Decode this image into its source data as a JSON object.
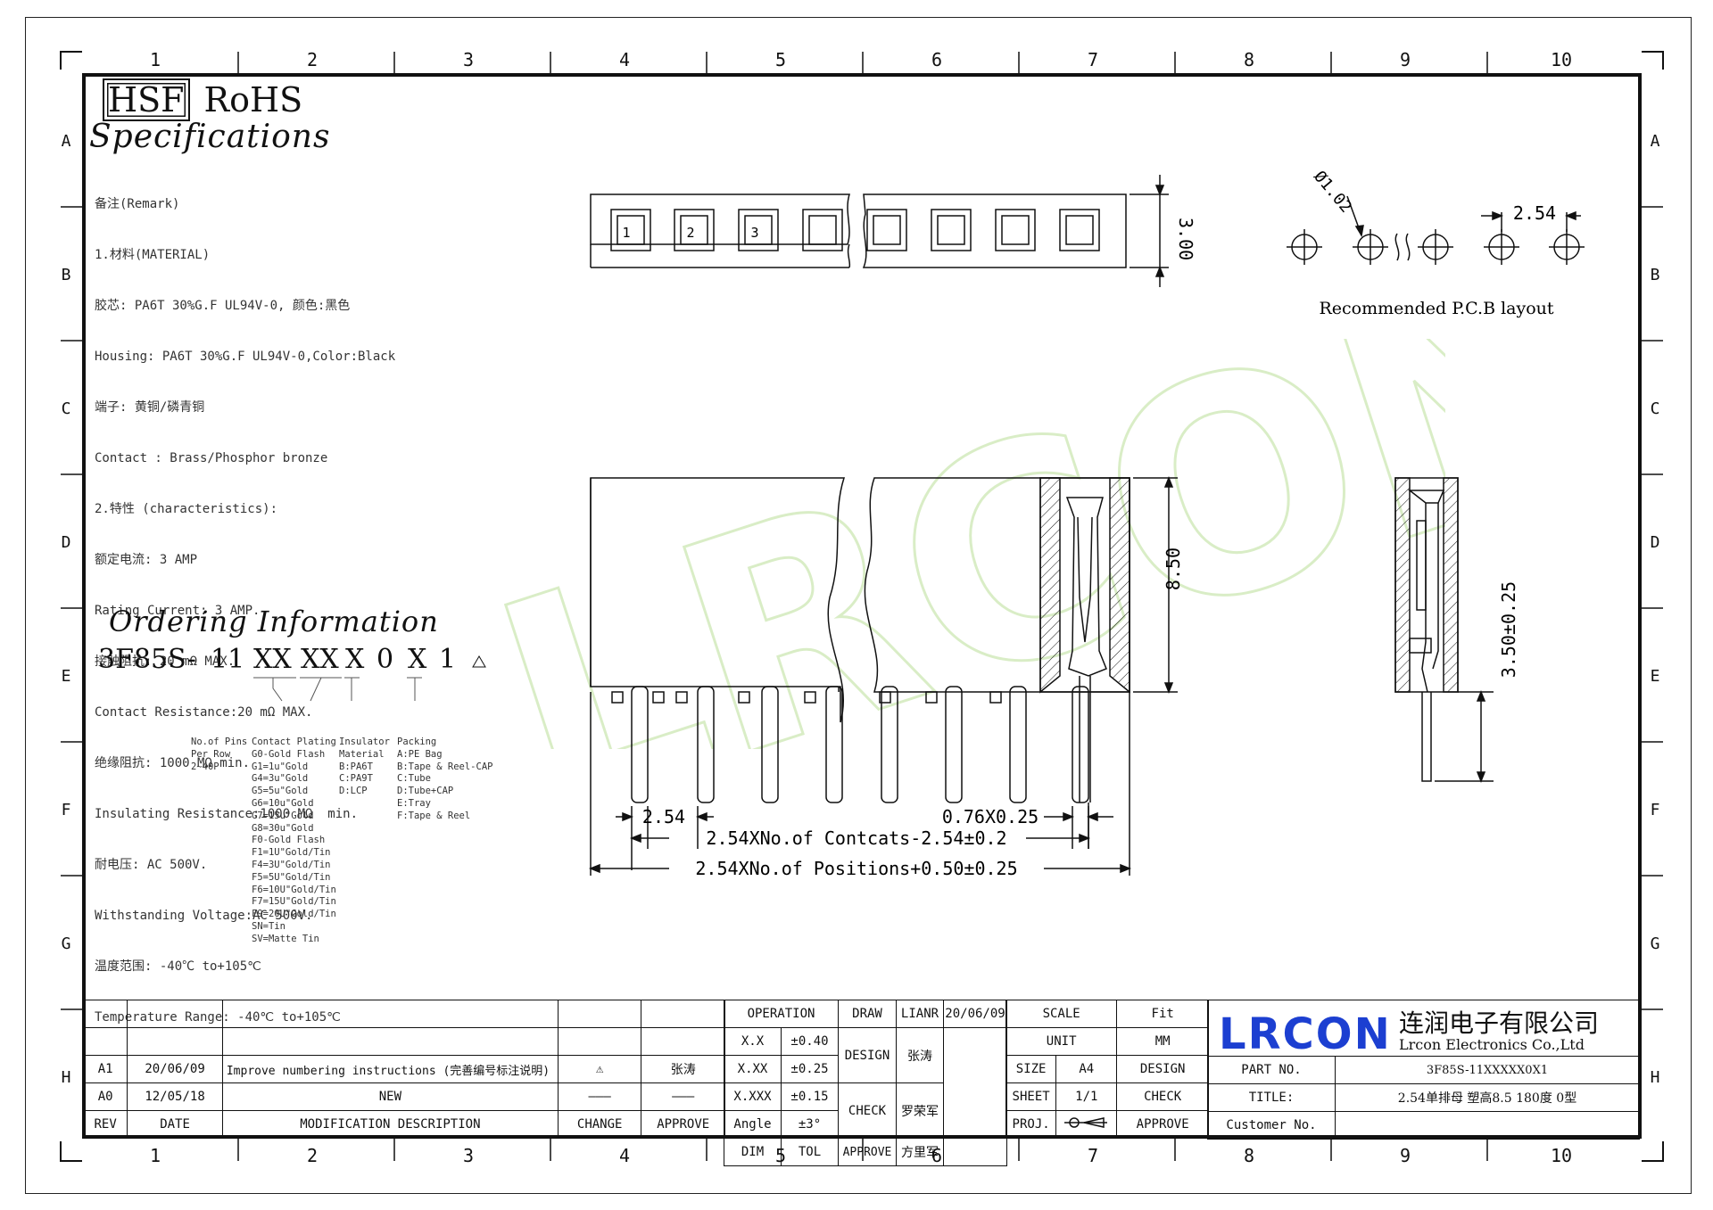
{
  "border": {
    "columns": [
      "1",
      "2",
      "3",
      "4",
      "5",
      "6",
      "7",
      "8",
      "9",
      "10"
    ],
    "rows": [
      "A",
      "B",
      "C",
      "D",
      "E",
      "F",
      "G",
      "H"
    ]
  },
  "header": {
    "hsf": "HSF",
    "rohs": "RoHS",
    "title": "Specifications"
  },
  "spec_lines": [
    "备注(Remark)",
    "1.材料(MATERIAL)",
    "胶芯: PA6T 30%G.F UL94V-0, 颜色:黑色",
    "Housing: PA6T 30%G.F UL94V-0,Color:Black",
    "端子: 黄铜/磷青铜",
    "Contact : Brass/Phosphor bronze",
    "2.特性 (characteristics):",
    "额定电流: 3 AMP",
    "Rating Current: 3 AMP.",
    "接触阻抗: 20 mΩ MAX.",
    "Contact Resistance:20 mΩ MAX.",
    "绝缘阻抗: 1000 MΩ min.",
    "Insulating Resistance:1000 MΩ  min.",
    "耐电压: AC 500V.",
    "Withstanding Voltage:AC 500V.",
    "温度范围: -40℃ to+105℃",
    "Temperature Range: -40℃ to+105℃"
  ],
  "ordering": {
    "title": "Ordering Information",
    "part_prefix": "3F85S-",
    "segments": [
      "11",
      "XX",
      "XX",
      "X",
      "0",
      "X",
      "1"
    ],
    "legends": {
      "pins": "No.of Pins\nPer Row\n2~40P",
      "plating": "Contact Plating\nG0-Gold Flash\nG1=1u\"Gold\nG4=3u\"Gold\nG5=5u\"Gold\nG6=10u\"Gold\nG7=15u\"Gold\nG8=30u\"Gold\nF0-Gold Flash\nF1=1U\"Gold/Tin\nF4=3U\"Gold/Tin\nF5=5U\"Gold/Tin\nF6=10U\"Gold/Tin\nF7=15U\"Gold/Tin\nF9=20U\"Gold/Tin\nSN=Tin\nSV=Matte Tin",
      "insulator": "Insulator\nMaterial\nB:PA6T\nC:PA9T\nD:LCP",
      "packing": "Packing\nA:PE Bag\nB:Tape & Reel-CAP\nC:Tube\nD:Tube+CAP\nE:Tray\nF:Tape & Reel"
    }
  },
  "drawing": {
    "top_height": "3.00",
    "body_height": "8.50",
    "pin_length": "3.50±0.25",
    "pitch": "2.54",
    "pin_size": "0.76X0.25",
    "contacts_dim": "2.54XNo.of Contcats-2.54±0.2",
    "positions_dim": "2.54XNo.of Positions+0.50±0.25",
    "pin_numbers": [
      "1",
      "2",
      "3"
    ],
    "hole_diameter": "Ø1.02",
    "pcb_pitch": "2.54",
    "pcb_caption": "Recommended P.C.B layout",
    "watermark": "LRCON"
  },
  "title_block": {
    "operation": "OPERATION",
    "draw": "DRAW",
    "draw_name": "LIANR",
    "draw_date": "20/06/09",
    "scale": "SCALE",
    "scale_val": "Fit",
    "unit": "UNIT",
    "unit_val": "MM",
    "design": "DESIGN",
    "design_name": "张涛",
    "check": "CHECK",
    "check_name": "罗荣军",
    "approve": "APPROVE",
    "approve_name": "方里军",
    "tol": [
      [
        "X.X",
        "±0.40"
      ],
      [
        "X.XX",
        "±0.25"
      ],
      [
        "X.XXX",
        "±0.15"
      ],
      [
        "Angle",
        "±3°"
      ]
    ],
    "dim": "DIM",
    "tol_label": "TOL",
    "size": "SIZE",
    "size_val": "A4",
    "sheet": "SHEET",
    "sheet_val": "1/1",
    "proj": "PROJ.",
    "design2": "DESIGN",
    "check2": "CHECK",
    "approve2": "APPROVE",
    "part_no_label": "PART NO.",
    "part_no": "3F85S-11XXXXX0X1",
    "title_label": "TITLE:",
    "title_val": "2.54单排母 塑高8.5 180度 0型",
    "customer_label": "Customer No.",
    "company_logo": "LRCON",
    "company_cn": "连润电子有限公司",
    "company_en": "Lrcon Electronics Co.,Ltd",
    "revisions": [
      {
        "rev": "A1",
        "date": "20/06/09",
        "desc": "Improve numbering instructions (完善编号标注说明)",
        "change": "⚠",
        "approve": "张涛"
      },
      {
        "rev": "A0",
        "date": "12/05/18",
        "desc": "NEW",
        "change": "———",
        "approve": "———"
      }
    ],
    "rev_h": "REV",
    "date_h": "DATE",
    "desc_h": "MODIFICATION DESCRIPTION",
    "change_h": "CHANGE",
    "approve_h": "APPROVE"
  }
}
